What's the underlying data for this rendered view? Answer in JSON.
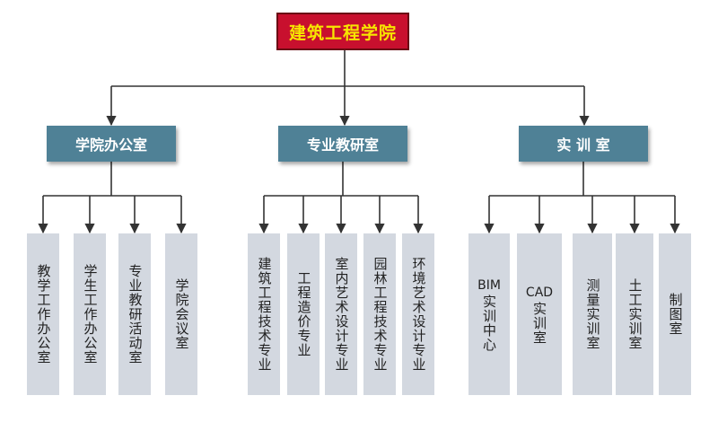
{
  "root": {
    "label": "建筑工程学院"
  },
  "departments": [
    {
      "label": "学院办公室",
      "children": [
        {
          "label": "教学工作办公室"
        },
        {
          "label": "学生工作办公室"
        },
        {
          "label": "专业教研活动室"
        },
        {
          "label": "学院会议室"
        }
      ]
    },
    {
      "label": "专业教研室",
      "children": [
        {
          "label": "建筑工程技术专业"
        },
        {
          "label": "工程造价专业"
        },
        {
          "label": "室内艺术设计专业"
        },
        {
          "label": "园林工程技术专业"
        },
        {
          "label": "环境艺术设计专业"
        }
      ]
    },
    {
      "label": "实 训 室",
      "children": [
        {
          "prefix": "BIM",
          "label": "实训中心"
        },
        {
          "prefix": "CAD",
          "label": "实训室"
        },
        {
          "label": "测量实训室"
        },
        {
          "label": "土工实训室"
        },
        {
          "label": "制图室"
        }
      ]
    }
  ],
  "colors": {
    "root_fill": "#c8102e",
    "root_text": "#f7e600",
    "dept_fill": "#4f8196",
    "leaf_fill": "#d3d8e0",
    "connector": "#333333"
  }
}
